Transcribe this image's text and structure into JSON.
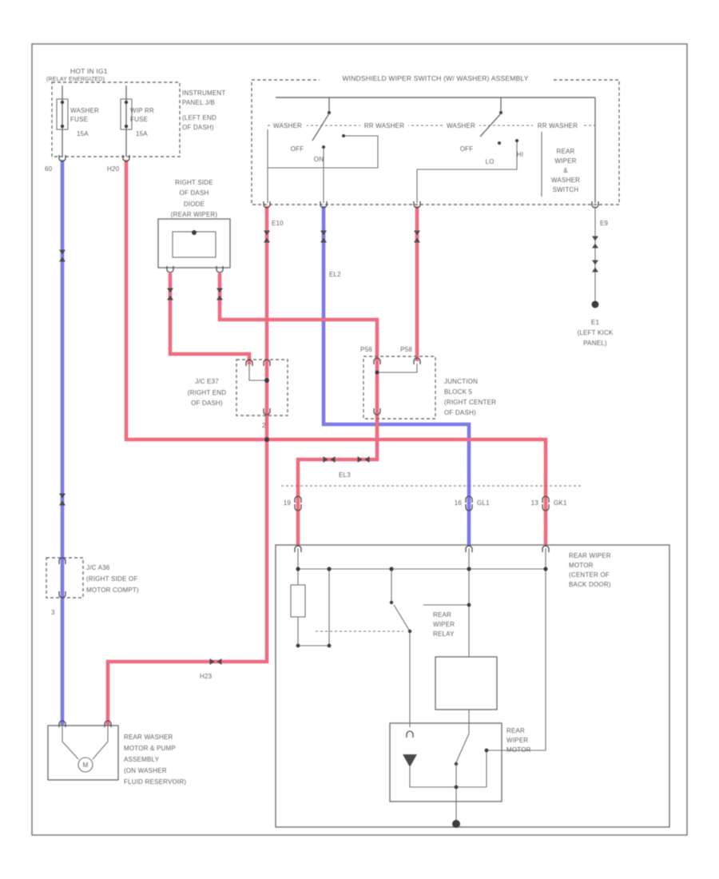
{
  "power": {
    "hot": "HOT IN IG1",
    "hot_sub": "(RELAY ENERGIZED)",
    "jb": [
      "INSTRUMENT",
      "PANEL J/B",
      "(LEFT END",
      "OF DASH)"
    ],
    "fuse_washer": [
      "WASHER",
      "FUSE",
      "15A"
    ],
    "fuse_wiprr": [
      "WIP RR",
      "FUSE",
      "15A"
    ],
    "wire60": "60",
    "wireH20": "H20"
  },
  "switch_assembly": {
    "title": "WINDSHIELD WIPER SWITCH (W/ WASHER) ASSEMBLY",
    "sections": [
      "WASHER",
      "RR WASHER",
      "WASHER",
      "RR WASHER"
    ],
    "positions": {
      "off_l": "OFF",
      "on_l": "ON",
      "off_r": "OFF",
      "lo": "LO",
      "hi": "HI"
    },
    "name": [
      "REAR",
      "WIPER",
      "&",
      "WASHER",
      "SWITCH"
    ],
    "pin_e10": "E10",
    "pin_e9": "E9"
  },
  "diode": {
    "label": [
      "RIGHT SIDE",
      "OF DASH",
      "DIODE",
      "(REAR WIPER)"
    ]
  },
  "jc_e37": {
    "label": [
      "J/C E37",
      "(RIGHT END",
      "OF DASH)"
    ],
    "pin": "2"
  },
  "junction_block5": {
    "label": [
      "JUNCTION",
      "BLOCK 5",
      "(RIGHT CENTER",
      "OF DASH)"
    ],
    "p56": "P56",
    "p58": "P58"
  },
  "wires": {
    "el2": "EL2",
    "el3": "EL3",
    "h23": "H23"
  },
  "ground_e1": {
    "label": [
      "E1",
      "(LEFT KICK",
      "PANEL)"
    ]
  },
  "jc_a36": {
    "label": [
      "J/C A36",
      "(RIGHT SIDE OF",
      "MOTOR COMPT)"
    ],
    "pin": "3"
  },
  "washer_motor": {
    "label": [
      "REAR WASHER",
      "MOTOR & PUMP",
      "ASSEMBLY",
      "(ON WASHER",
      "FLUID RESERVOIR)"
    ],
    "m": "M"
  },
  "wiper_motor": {
    "label": [
      "REAR WIPER",
      "MOTOR",
      "(CENTER OF",
      "BACK DOOR)"
    ],
    "relay": [
      "REAR",
      "WIPER",
      "RELAY"
    ],
    "motor": [
      "REAR",
      "WIPER",
      "MOTOR"
    ],
    "conn_left": "19",
    "conn_mid": "16",
    "conn_mid_name": "GL1",
    "conn_right": "13",
    "conn_right_name": "GK1"
  },
  "colors": {
    "wire_red": "#ee6b80",
    "wire_blue": "#7a7ae8",
    "line": "#6f6f6f",
    "text": "#5e5e5e"
  }
}
